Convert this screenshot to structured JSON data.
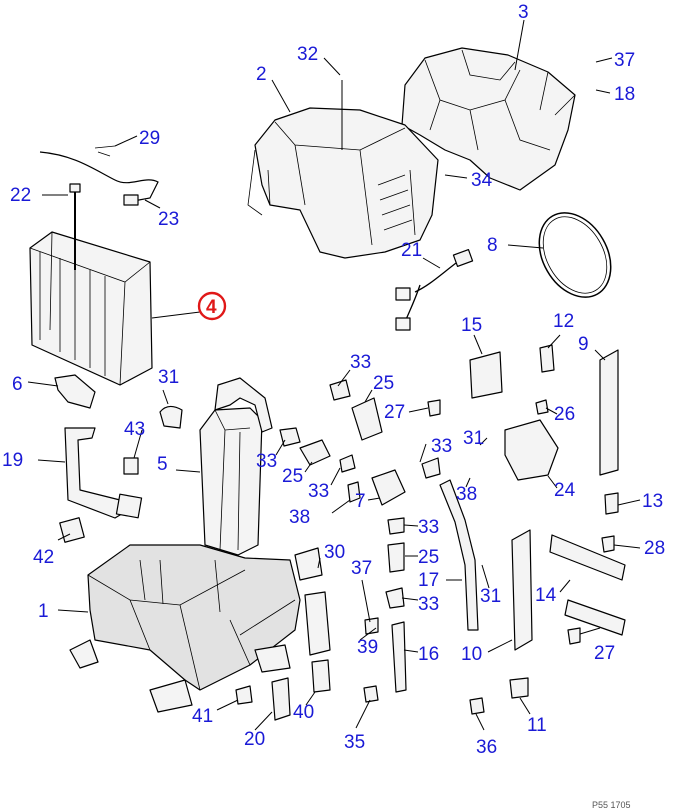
{
  "diagram": {
    "highlighted_part": "4",
    "reference_code": "P55 1705",
    "callouts": {
      "c1": "1",
      "c2": "2",
      "c3": "3",
      "c5": "5",
      "c6": "6",
      "c7": "7",
      "c8": "8",
      "c9": "9",
      "c10": "10",
      "c11": "11",
      "c12": "12",
      "c13": "13",
      "c14": "14",
      "c15": "15",
      "c16": "16",
      "c17": "17",
      "c18": "18",
      "c19": "19",
      "c20": "20",
      "c21": "21",
      "c22": "22",
      "c23": "23",
      "c24": "24",
      "c25a": "25",
      "c25b": "25",
      "c25c": "25",
      "c26": "26",
      "c27a": "27",
      "c27b": "27",
      "c28": "28",
      "c29": "29",
      "c30": "30",
      "c31a": "31",
      "c31b": "31",
      "c31c": "31",
      "c32": "32",
      "c33a": "33",
      "c33b": "33",
      "c33c": "33",
      "c33d": "33",
      "c33e": "33",
      "c33f": "33",
      "c34": "34",
      "c35": "35",
      "c36": "36",
      "c37a": "37",
      "c37b": "37",
      "c38a": "38",
      "c38b": "38",
      "c39": "39",
      "c40": "40",
      "c41": "41",
      "c42": "42",
      "c43": "43"
    }
  }
}
